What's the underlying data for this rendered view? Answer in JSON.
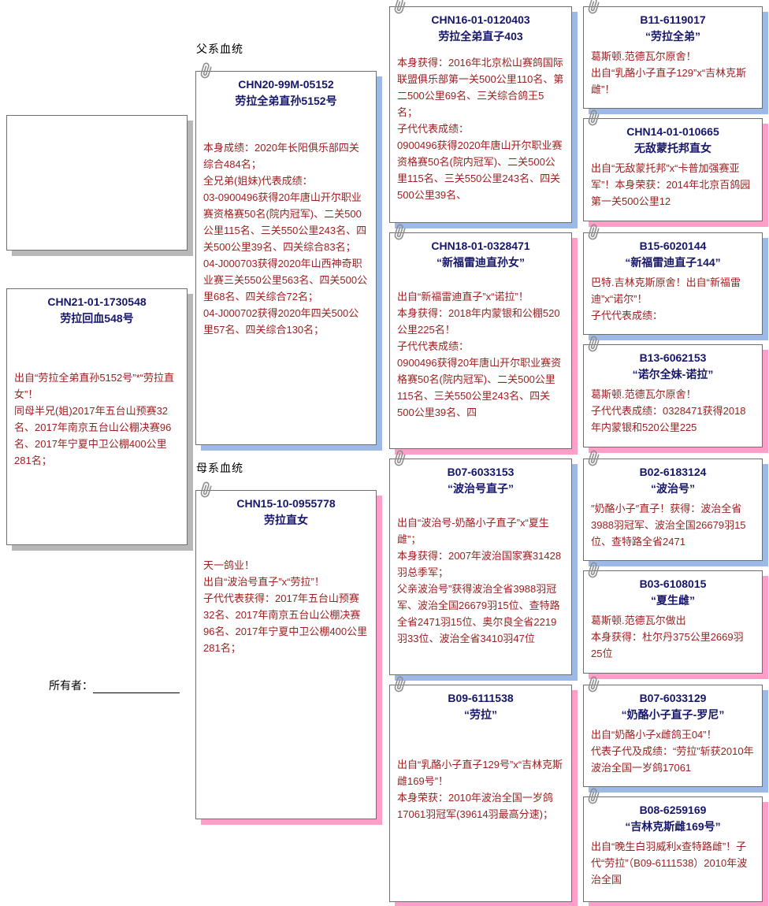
{
  "labels": {
    "paternal": "父系血统",
    "maternal": "母系血统",
    "owner": "所有者："
  },
  "colors": {
    "title_text": "#16166b",
    "body_text": "#9c2020",
    "shadow_blue": "#9db9e8",
    "shadow_pink": "#ff9ec8",
    "shadow_gray": "#b8b8b8"
  },
  "subject": {
    "id": "CHN21-01-1730548",
    "name": "劳拉回血548号",
    "body": "出自“劳拉全弟直孙5152号”*“劳拉直女”！\n同母半兄(姐)2017年五台山预赛32名、2017年南京五台山公棚决赛96名、2017年宁夏中卫公棚400公里281名；"
  },
  "sire": {
    "id": "CHN20-99M-05152",
    "name": "劳拉全弟直孙5152号",
    "body": "本身成绩：2020年长阳俱乐部四关综合484名；\n全兄弟(姐妹)代表成绩：\n03-0900496获得20年唐山开尔职业赛资格赛50名(院内冠军)、二关500公里115名、三关550公里243名、四关500公里39名、四关综合83名；\n04-J000703获得2020年山西神奇职业赛三关550公里563名、四关500公里68名、四关综合72名；\n04-J000702获得2020年四关500公里57名、四关综合130名；"
  },
  "dam": {
    "id": "CHN15-10-0955778",
    "name": "劳拉直女",
    "body": "天一鸽业！\n出自“波治号直子”x“劳拉”！\n子代代表获得：2017年五台山预赛32名、2017年南京五台山公棚决赛96名、2017年宁夏中卫公棚400公里281名；"
  },
  "gen3": [
    {
      "id": "CHN16-01-0120403",
      "name": "劳拉全弟直子403",
      "body": "本身获得：2016年北京松山赛鸽国际联盟俱乐部第一关500公里110名、第二500公里69名、三关综合鸽王5名；\n子代代表成绩：\n0900496获得2020年唐山开尔职业赛资格赛50名(院内冠军)、二关500公里115名、三关550公里243名、四关500公里39名、"
    },
    {
      "id": "CHN18-01-0328471",
      "name": "“新福雷迪直孙女”",
      "body": "出自“新福雷迪直子”x“诺拉”！\n本身获得：2018年内蒙银和公棚520公里225名！\n子代代表成绩：\n0900496获得20年唐山开尔职业赛资格赛50名(院内冠军)、二关500公里115名、三关550公里243名、四关500公里39名、四"
    },
    {
      "id": "B07-6033153",
      "name": "“波治号直子”",
      "body": "出自“波治号-奶酪小子直子”x“夏生雌”；\n本身获得：2007年波治国家赛31428羽总季军；\n父亲波治号”获得波治全省3988羽冠军、波治全国26679羽15位、查特路全省2471羽15位、奥尔良全省2219羽33位、波治全省3410羽47位"
    },
    {
      "id": "B09-6111538",
      "name": "“劳拉”",
      "body": "出自“乳酪小子直子129号”x“吉林克斯雌169号”！\n本身荣获：2010年波治全国一岁鸽17061羽冠军(39614羽最高分速)；"
    }
  ],
  "gen4": [
    {
      "id": "B11-6119017",
      "name": "“劳拉全弟”",
      "body": "葛斯顿.范德瓦尔原舍！\n出自“乳酪小子直子129”x“吉林克斯雌”！"
    },
    {
      "id": "CHN14-01-010665",
      "name": "无敌蒙托邦直女",
      "body": "出自“无敌蒙托邦”x“卡普加强赛亚军”！本身荣获：2014年北京百鸽园第一关500公里12"
    },
    {
      "id": "B15-6020144",
      "name": "“新福雷迪直子144”",
      "body": "巴特.吉林克斯原舍！出自“新福雷迪”x“诺尔”！\n子代代表成绩："
    },
    {
      "id": "B13-6062153",
      "name": "“诺尔全妹-诺拉”",
      "body": "葛斯顿.范德瓦尔原舍！\n子代代表成绩：0328471获得2018年内蒙银和520公里225"
    },
    {
      "id": "B02-6183124",
      "name": "“波治号”",
      "body": "″奶酪小子″直子！获得：波治全省3988羽冠军、波治全国26679羽15位、查特路全省2471"
    },
    {
      "id": "B03-6108015",
      "name": "“夏生雌”",
      "body": "葛斯顿.范德瓦尔做出\n本身获得：杜尔丹375公里2669羽25位"
    },
    {
      "id": "B07-6033129",
      "name": "“奶酪小子直子-罗尼”",
      "body": "出自“奶酪小子x雌鸽王04”！\n代表子代及成绩：“劳拉”斩获2010年波治全国一岁鸽17061"
    },
    {
      "id": "B08-6259169",
      "name": "“吉林克斯雌169号”",
      "body": "出自“晚生白羽威利x查特路雌”！子代“劳拉”（B09-6111538）2010年波治全国"
    }
  ]
}
